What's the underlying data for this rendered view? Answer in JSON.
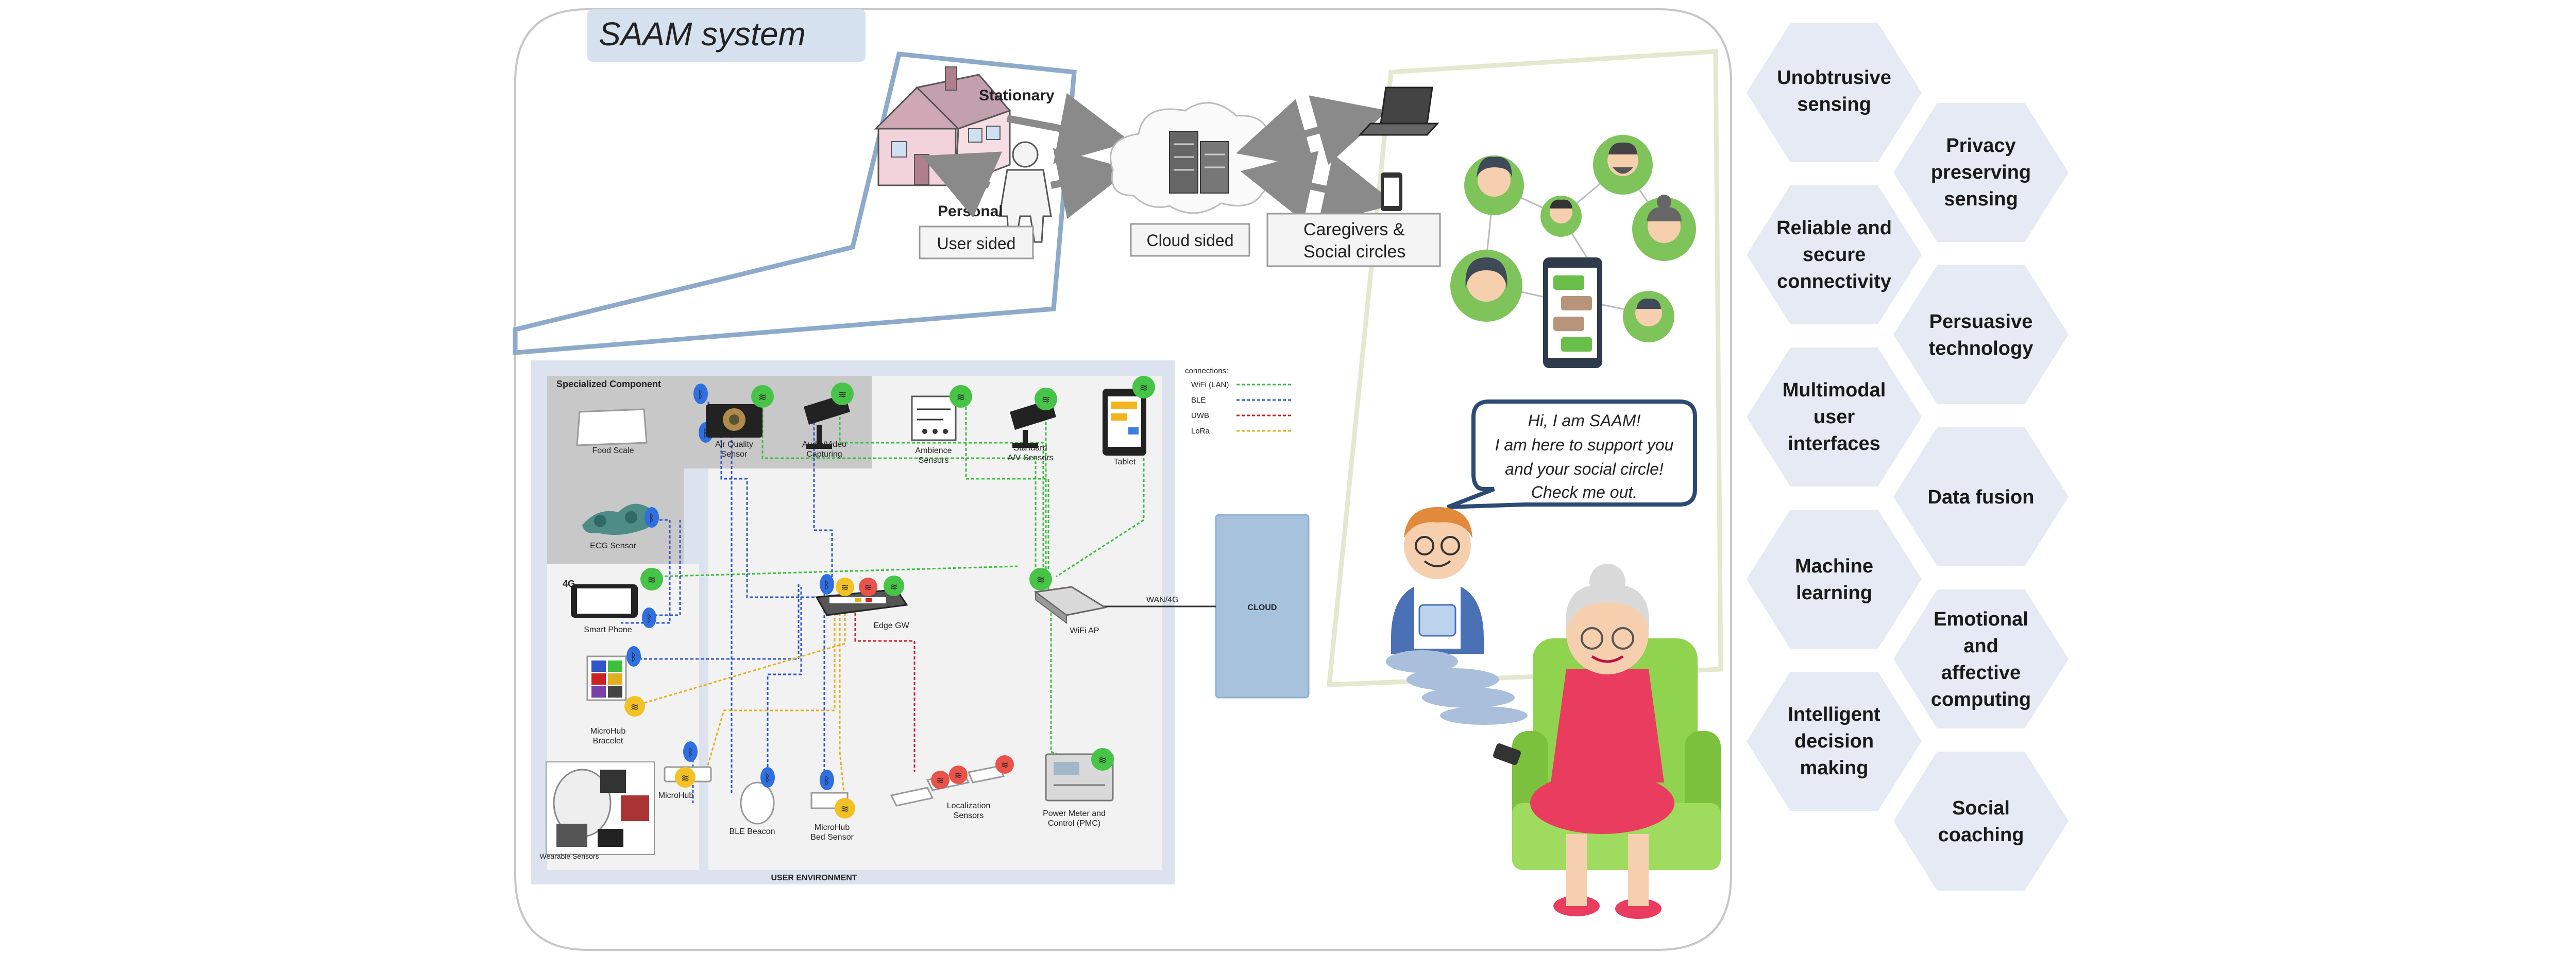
{
  "title": "SAAM system",
  "top": {
    "stationary": "Stationary",
    "personal": "Personal",
    "user_sided": "User sided",
    "cloud_sided": "Cloud sided",
    "caregivers_line1": "Caregivers &",
    "caregivers_line2": "Social circles"
  },
  "speech": {
    "line1": "Hi, I am SAAM!",
    "line2": "I am here to support you",
    "line3": "and your social circle!",
    "line4": "Check me out."
  },
  "environment": {
    "specialized_component": "Specialized Component",
    "user_environment": "USER ENVIRONMENT",
    "cloud": "CLOUD",
    "wan": "WAN/4G",
    "connections_title": "connections:",
    "connections": [
      {
        "label": "WiFi (LAN)",
        "color": "#3dbf3d"
      },
      {
        "label": "BLE",
        "color": "#2f55c9"
      },
      {
        "label": "UWB",
        "color": "#cc2222"
      },
      {
        "label": "LoRa",
        "color": "#e0b020"
      }
    ],
    "devices": {
      "food_scale": "Food Scale",
      "air_quality_1": "Air Quality",
      "air_quality_2": "Sensor",
      "av_capturing_1": "Audio/Video",
      "av_capturing_2": "Capturing",
      "ambience_1": "Ambience",
      "ambience_2": "Sensors",
      "standard_av_1": "Standard",
      "standard_av_2": "A/V Sensors",
      "tablet": "Tablet",
      "ecg": "ECG Sensor",
      "smart_phone": "Smart Phone",
      "edge_gw": "Edge GW",
      "wifi_ap": "WiFi AP",
      "microhub_bracelet_1": "MicroHub",
      "microhub_bracelet_2": "Bracelet",
      "microhub": "MicroHub",
      "wearable": "Wearable Sensors",
      "ble_beacon": "BLE Beacon",
      "bed_sensor_1": "MicroHub",
      "bed_sensor_2": "Bed Sensor",
      "localization_1": "Localization",
      "localization_2": "Sensors",
      "pmc_1": "Power Meter and",
      "pmc_2": "Control (PMC)"
    }
  },
  "features": [
    [
      "Unobtrusive",
      "sensing"
    ],
    [
      "Privacy",
      "preserving",
      "sensing"
    ],
    [
      "Reliable and",
      "secure",
      "connectivity"
    ],
    [
      "Persuasive",
      "technology"
    ],
    [
      "Multimodal",
      "user",
      "interfaces"
    ],
    [
      "Data fusion"
    ],
    [
      "Machine",
      "learning"
    ],
    [
      "Emotional",
      "and",
      "affective",
      "computing"
    ],
    [
      "Intelligent",
      "decision",
      "making"
    ],
    [
      "Social",
      "coaching"
    ]
  ],
  "colors": {
    "hex_fill": "#e5eaf4",
    "panel_fill": "#dce3ef",
    "cloud_box": "#a6c2dd",
    "wifi": "#3dbf3d",
    "ble": "#2f55c9",
    "uwb": "#cc2222",
    "lora": "#e0b020"
  }
}
